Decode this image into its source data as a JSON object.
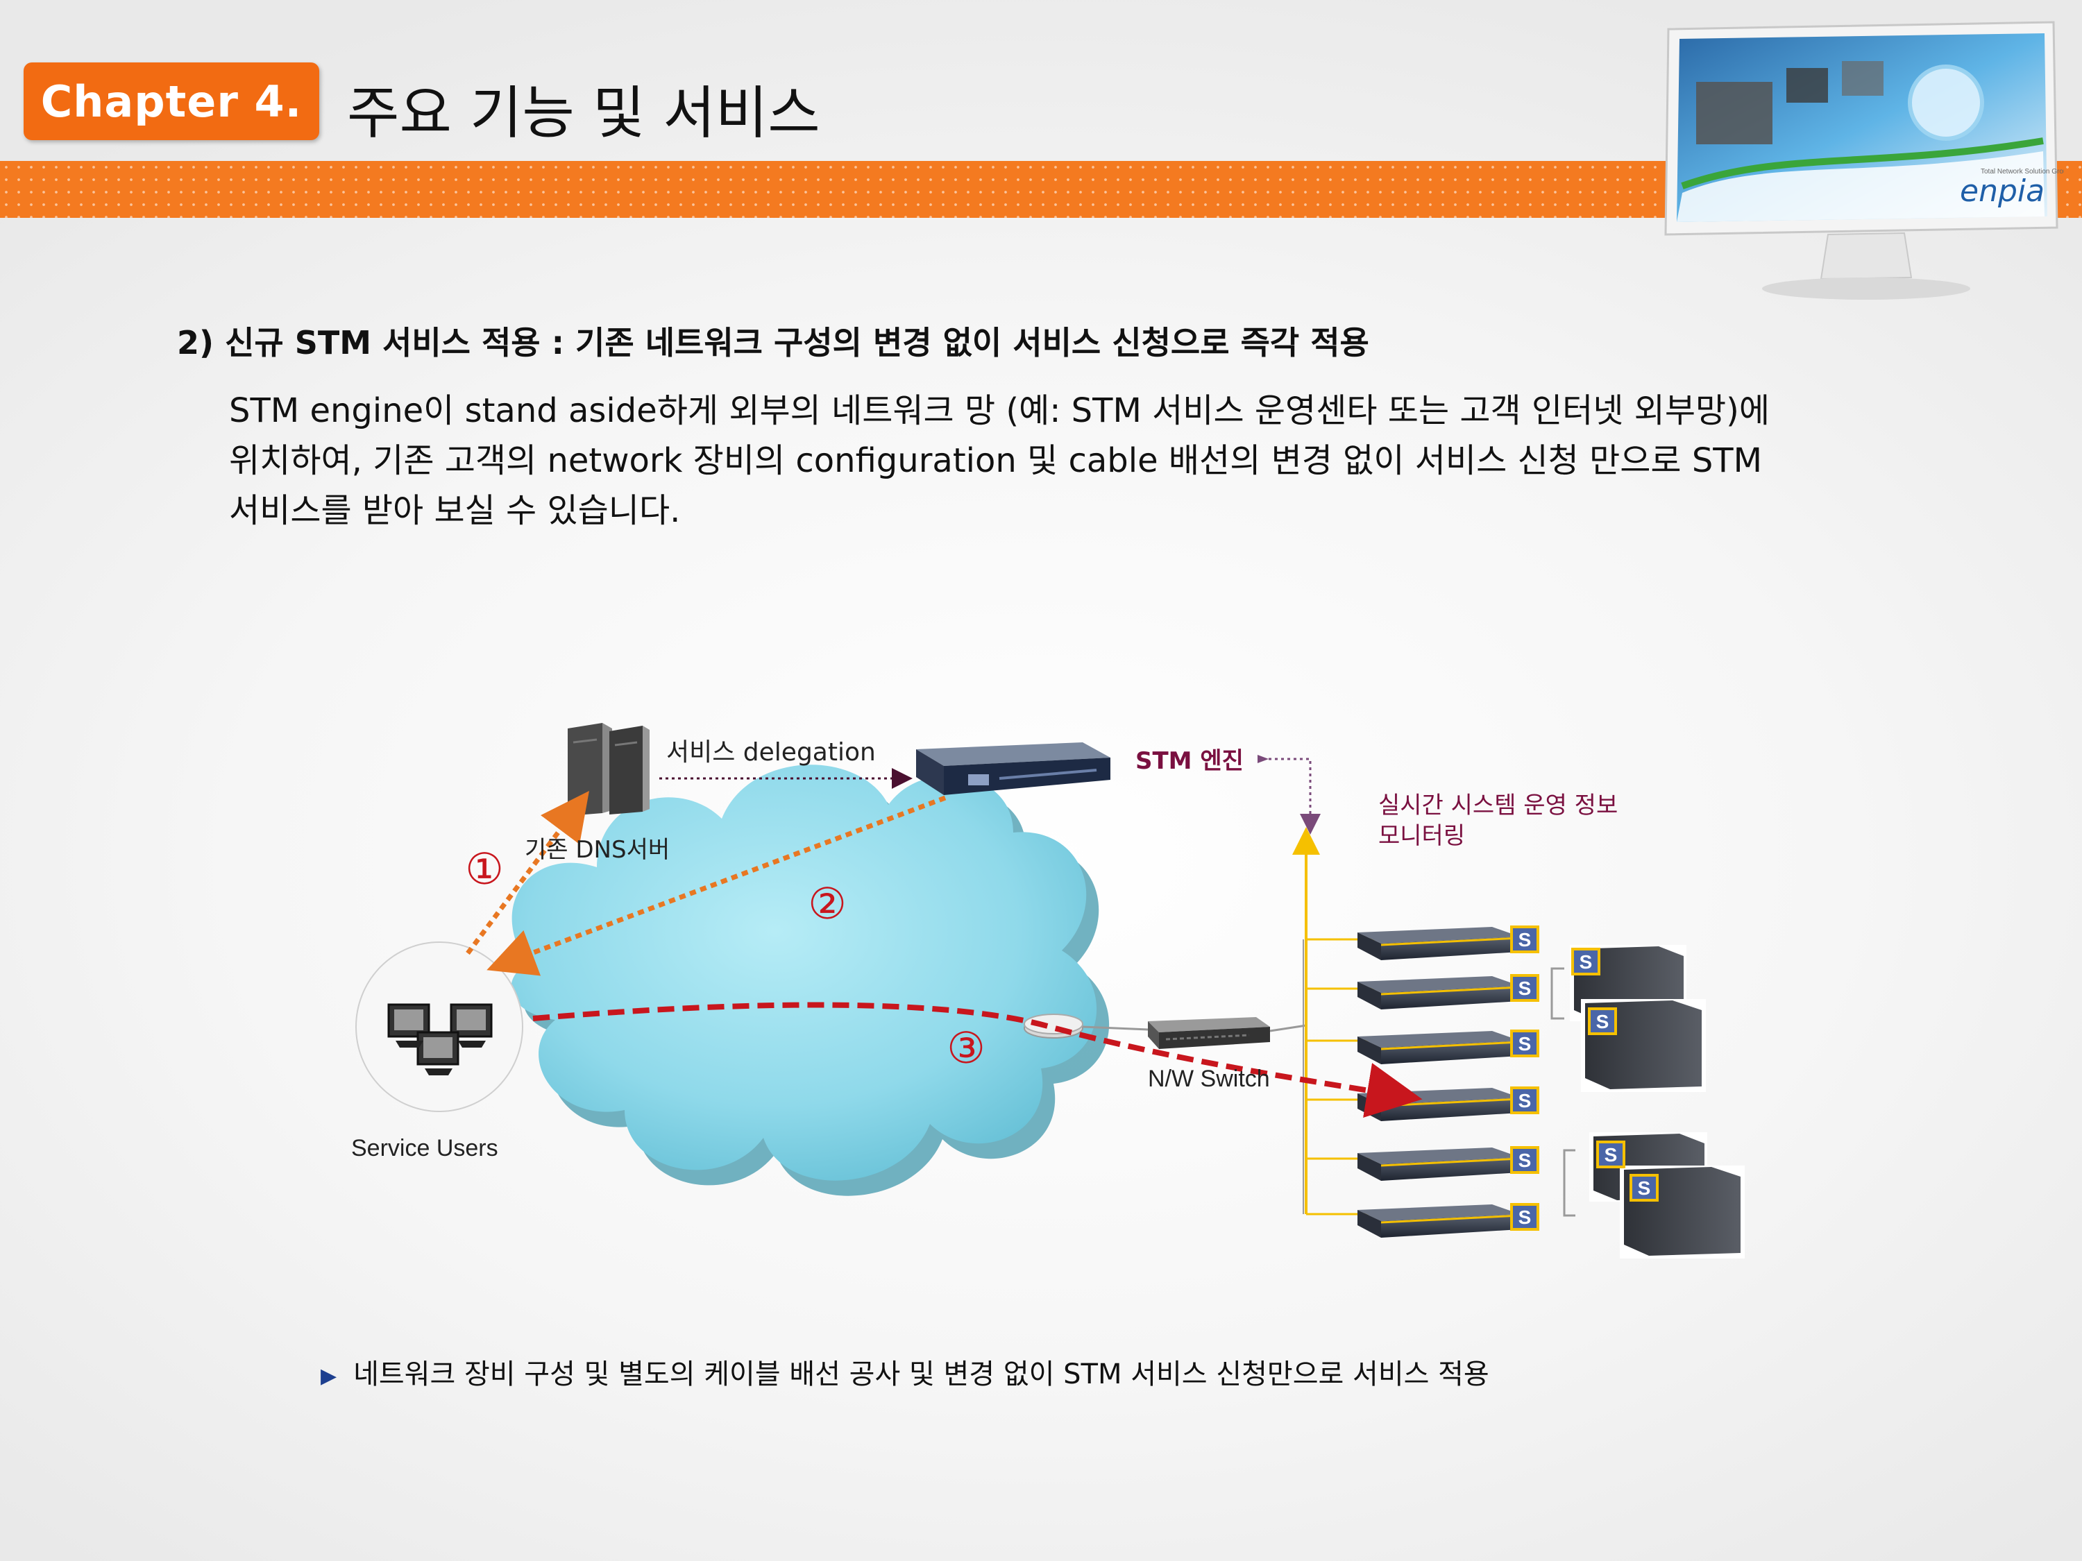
{
  "header": {
    "chapter_label": "Chapter 4.",
    "title": "주요 기능 및 서비스"
  },
  "monitor": {
    "brand": "enpia",
    "tagline": "Total Network Solution Group"
  },
  "section": {
    "heading": "2)  신규 STM 서비스 적용 : 기존 네트워크 구성의 변경 없이 서비스 신청으로 즉각 적용",
    "body_lines": [
      "STM engine이 stand aside하게 외부의 네트워크 망 (예: STM 서비스 운영센타 또는 고객 인터넷 외부망)에",
      "위치하여, 기존 고객의 network 장비의 configuration 및 cable 배선의 변경 없이 서비스 신청 만으로 STM",
      "서비스를 받아 보실 수 있습니다."
    ]
  },
  "diagram": {
    "dns_label": "기존 DNS서버",
    "delegation_label": "서비스 delegation",
    "stm_engine_label": "STM 엔진",
    "monitoring_label_line1": "실시간 시스템  운영 정보",
    "monitoring_label_line2": "모니터링",
    "users_label": "Service Users",
    "switch_label": "N/W Switch",
    "step1": "①",
    "step2": "②",
    "step3": "③",
    "server_badge": "S",
    "colors": {
      "orange_path": "#e87722",
      "red_path": "#c8161d",
      "monitor_line": "#f5c000",
      "stm_text": "#7a1040",
      "cloud": "#8fd9ea"
    }
  },
  "footnote": {
    "text": "네트워크 장비 구성 및 별도의 케이블 배선 공사 및 변경 없이 STM 서비스 신청만으로 서비스 적용"
  }
}
